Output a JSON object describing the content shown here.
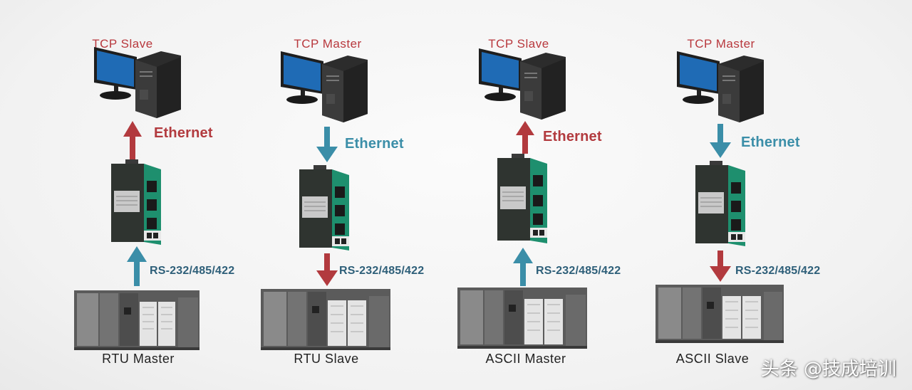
{
  "panels": [
    {
      "top_label": "TCP Slave",
      "ethernet_label": "Ethernet",
      "ethernet_direction": "up",
      "serial_label": "RS-232/485/422",
      "serial_direction": "up",
      "bottom_label": "RTU Master"
    },
    {
      "top_label": "TCP Master",
      "ethernet_label": "Ethernet",
      "ethernet_direction": "down",
      "serial_label": "RS-232/485/422",
      "serial_direction": "down",
      "bottom_label": "RTU Slave"
    },
    {
      "top_label": "TCP Slave",
      "ethernet_label": "Ethernet",
      "ethernet_direction": "up",
      "serial_label": "RS-232/485/422",
      "serial_direction": "up",
      "bottom_label": "ASCII Master"
    },
    {
      "top_label": "TCP Master",
      "ethernet_label": "Ethernet",
      "ethernet_direction": "down",
      "serial_label": "RS-232/485/422",
      "serial_direction": "down",
      "bottom_label": "ASCII Slave"
    }
  ],
  "watermark": "头条 @技成培训",
  "colors": {
    "title_red": "#b8383d",
    "arrow_red": "#b23a3e",
    "arrow_blue": "#3b8ea8",
    "serial_text": "#2e5f79",
    "gateway_teal": "#1e8f6e"
  },
  "icons": [
    "desktop-computer-icon",
    "serial-gateway-icon",
    "plc-rack-icon",
    "up-arrow-icon",
    "down-arrow-icon"
  ]
}
